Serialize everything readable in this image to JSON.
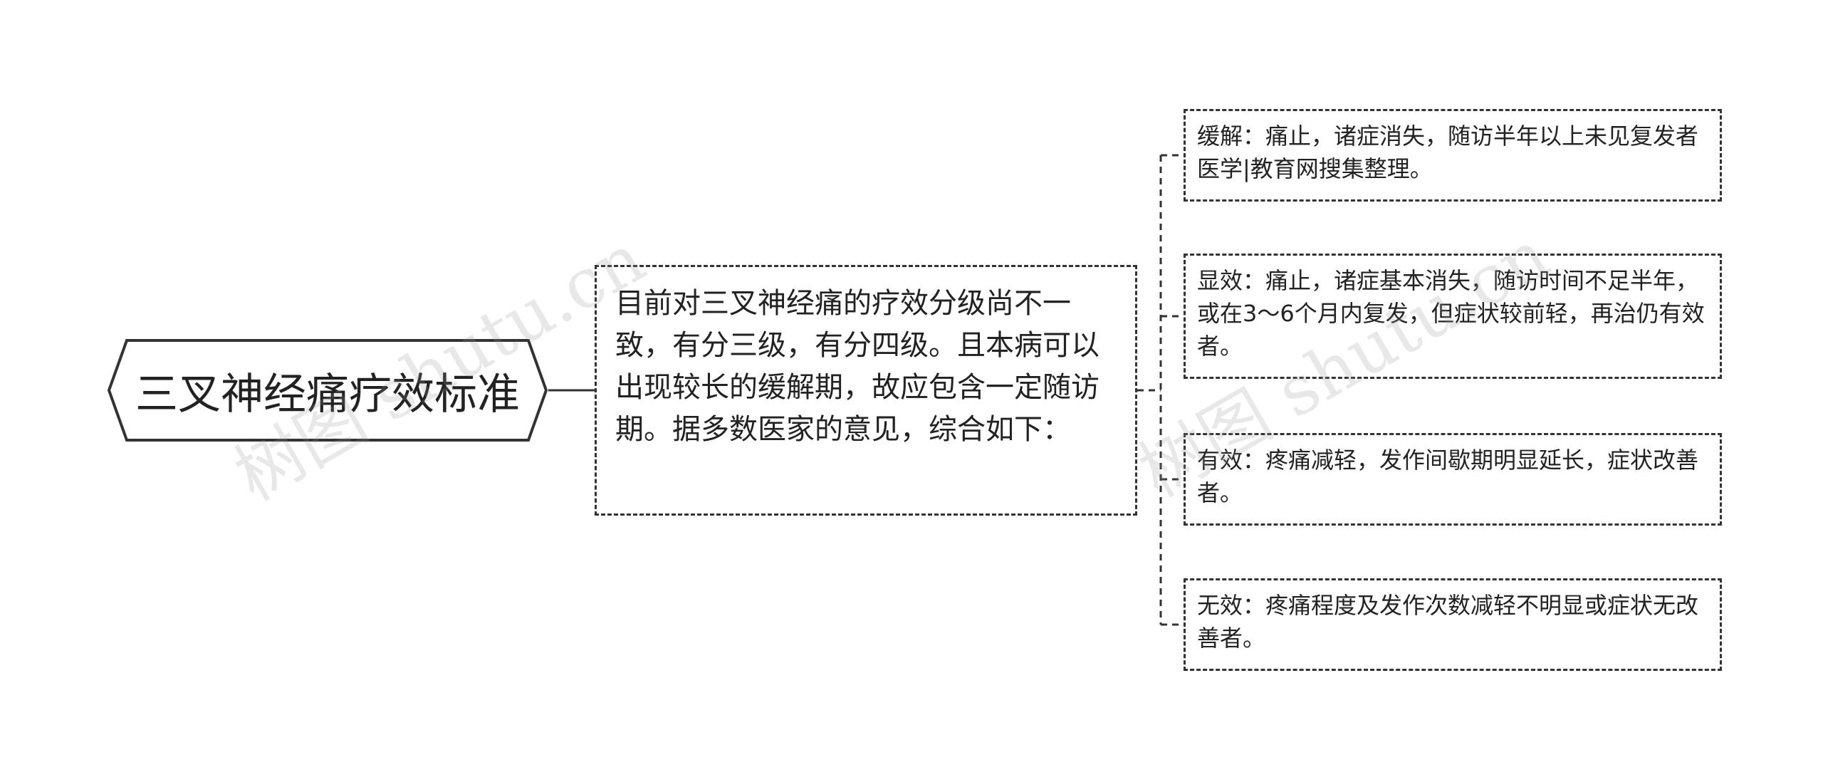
{
  "root": {
    "label": "三叉神经痛疗效标准"
  },
  "summary": {
    "text": "目前对三叉神经痛的疗效分级尚不一致，有分三级，有分四级。且本病可以出现较长的缓解期，故应包含一定随访期。据多数医家的意见，综合如下："
  },
  "criteria": [
    {
      "text": "缓解：痛止，诸症消失，随访半年以上未见复发者医学|教育网搜集整理。"
    },
    {
      "text": "显效：痛止，诸症基本消失，随访时间不足半年，或在3～6个月内复发，但症状较前轻，再治仍有效者。"
    },
    {
      "text": "有效：疼痛减轻，发作间歇期明显延长，症状改善者。"
    },
    {
      "text": "无效：疼痛程度及发作次数减轻不明显或症状无改善者。"
    }
  ],
  "watermarks": [
    {
      "text": "树图 shutu.cn"
    },
    {
      "text": "树图 shutu.cn"
    }
  ],
  "colors": {
    "line": "#333333",
    "text": "#222222",
    "background": "#ffffff"
  }
}
